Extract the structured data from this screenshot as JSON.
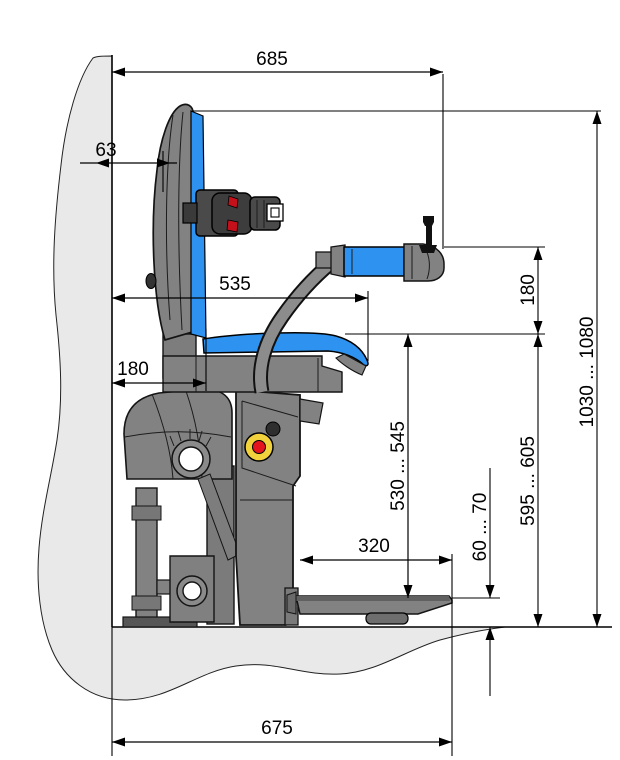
{
  "drawing": {
    "kind": "side-view dimensional drawing",
    "subject": "ride-on pallet truck with seat, backrest, seatbelt, armrest joystick and forks, dimensioned against a wall and floor cross-section"
  },
  "dims": [
    {
      "name": "overall-depth-wall-to-armrest",
      "label": "685",
      "orientation": "horizontal"
    },
    {
      "name": "wall-to-backrest",
      "label": "63",
      "orientation": "horizontal"
    },
    {
      "name": "wall-to-seat-front",
      "label": "535",
      "orientation": "horizontal"
    },
    {
      "name": "wall-to-drive-unit",
      "label": "180",
      "orientation": "horizontal"
    },
    {
      "name": "armrest-above-seat",
      "label": "180",
      "orientation": "vertical"
    },
    {
      "name": "overall-height-range",
      "label": "1030 ... 1080",
      "orientation": "vertical"
    },
    {
      "name": "seat-above-fork-range",
      "label": "530 ... 545",
      "orientation": "vertical"
    },
    {
      "name": "seat-height-range",
      "label": "595 ... 605",
      "orientation": "vertical"
    },
    {
      "name": "fork-height-range",
      "label": "60 ... 70",
      "orientation": "vertical"
    },
    {
      "name": "fork-overhang",
      "label": "320",
      "orientation": "horizontal"
    },
    {
      "name": "wall-to-fork-tip",
      "label": "675",
      "orientation": "horizontal"
    }
  ],
  "colors": {
    "cushion_blue": "#2E93F0",
    "machine_gray": "#828282",
    "machine_dark_gray": "#4A4A4A",
    "wall_floor_gray": "#E9E9E9",
    "estop_yellow": "#F2D23C",
    "estop_red": "#E3141E",
    "belt_red": "#C3101B",
    "wheel_white": "#FFFFFF"
  }
}
